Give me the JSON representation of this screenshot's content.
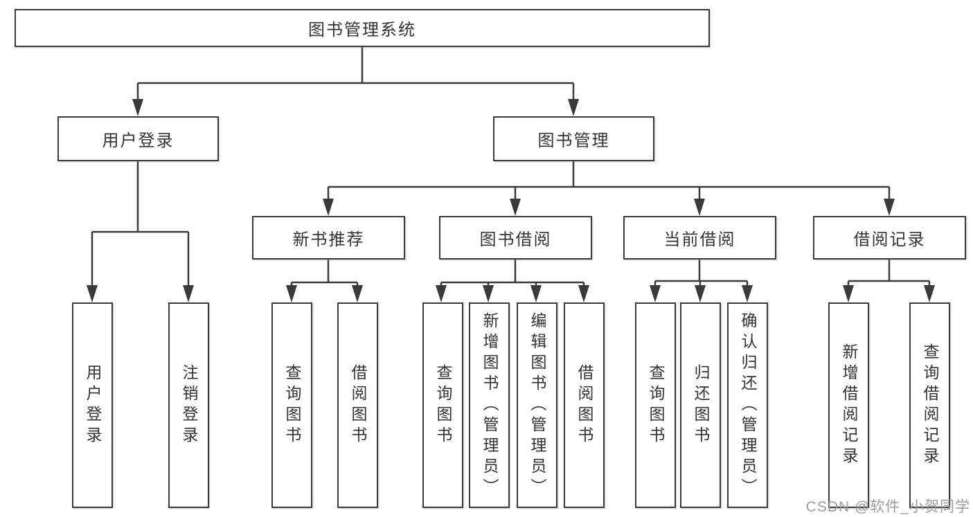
{
  "diagram_title": "图书管理系统",
  "tree": {
    "root": {
      "label": "图书管理系统"
    },
    "level2": {
      "user_login": {
        "label": "用户登录"
      },
      "book_mgmt": {
        "label": "图书管理"
      }
    },
    "level3": {
      "new_books": {
        "label": "新书推荐"
      },
      "book_borrow": {
        "label": "图书借阅"
      },
      "current_borrow": {
        "label": "当前借阅"
      },
      "borrow_records": {
        "label": "借阅记录"
      }
    },
    "leaves": {
      "user_login": "用户登录",
      "logout": "注销登录",
      "nb_query_books": "查询图书",
      "nb_borrow_books": "借阅图书",
      "bb_query_books": "查询图书",
      "bb_add_books": "新增图书（管理员）",
      "bb_edit_books": "编辑图书（管理员）",
      "bb_borrow_books": "借阅图书",
      "cb_query_books": "查询图书",
      "cb_return_books": "归还图书",
      "cb_confirm_return": "确认归还（管理员）",
      "br_add_record": "新增借阅记录",
      "br_query_record": "查询借阅记录"
    }
  },
  "watermark": "CSDN @软件_小贺同学",
  "colors": {
    "background": "#ffffff",
    "line": "#3a3a3a",
    "box_border": "#3a3a3a",
    "text": "#333333",
    "watermark": "#9c9c9c"
  }
}
